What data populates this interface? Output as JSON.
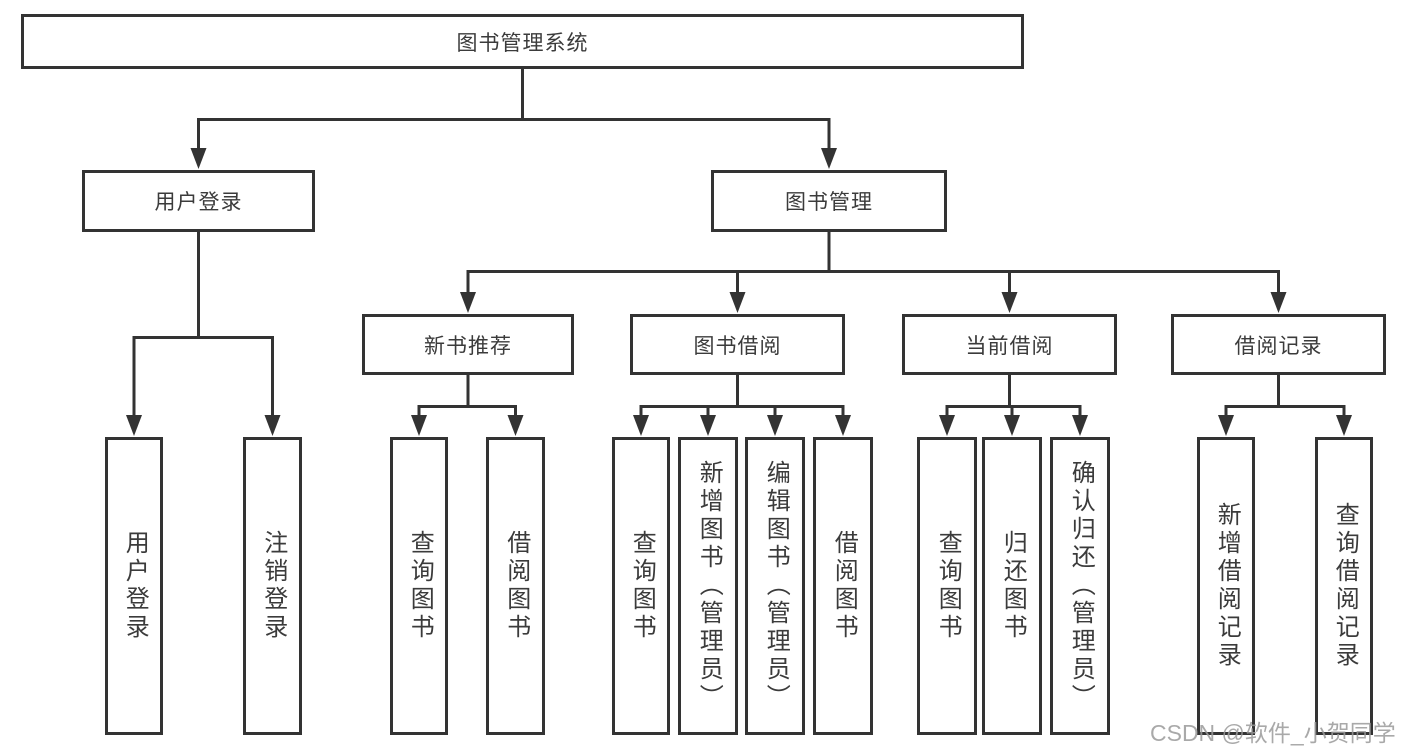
{
  "diagram": {
    "nodes": {
      "root": "图书管理系统",
      "user_login": "用户登录",
      "book_management": "图书管理",
      "new_book_recommend": "新书推荐",
      "book_borrowing": "图书借阅",
      "current_borrowing": "当前借阅",
      "borrowing_records": "借阅记录",
      "leaf_user_login": "用户登录",
      "leaf_logout": "注销登录",
      "leaf_query_books_rec": "查询图书",
      "leaf_borrow_books_rec": "借阅图书",
      "leaf_query_books_borrow": "查询图书",
      "leaf_add_books_admin": "新增图书（管理员）",
      "leaf_edit_books_admin": "编辑图书（管理员）",
      "leaf_borrow_books_borrow": "借阅图书",
      "leaf_query_books_current": "查询图书",
      "leaf_return_books": "归还图书",
      "leaf_confirm_return_admin": "确认归还（管理员）",
      "leaf_add_borrow_record": "新增借阅记录",
      "leaf_query_borrow_record": "查询借阅记录"
    },
    "colors": {
      "line": "#333333",
      "text": "#3b3b3b",
      "box_fill": "#ffffff",
      "watermark": "#9b9b9b"
    }
  },
  "watermark": "CSDN @软件_小贺同学"
}
